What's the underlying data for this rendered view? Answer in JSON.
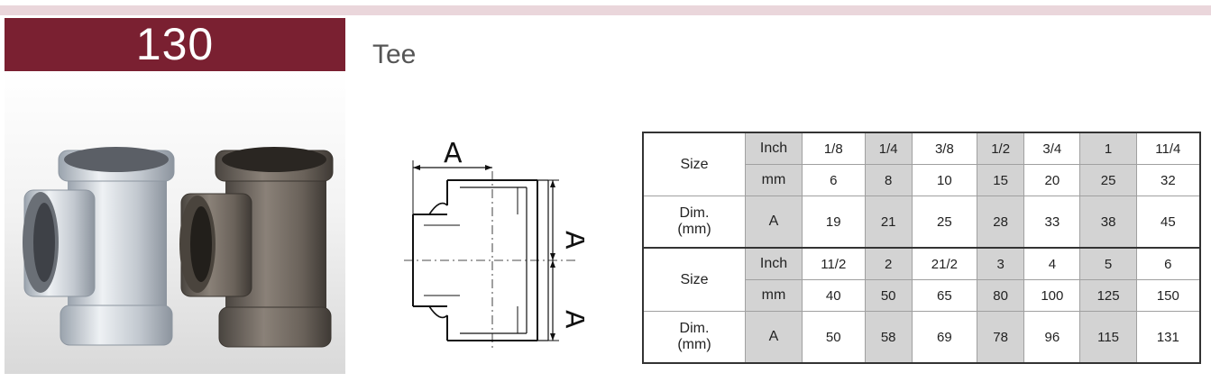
{
  "header": {
    "code": "130"
  },
  "product": {
    "title": "Tee"
  },
  "drawing": {
    "dimension_label": "A"
  },
  "table": {
    "blocks": [
      {
        "size_label": "Size",
        "inch_label": "Inch",
        "mm_label": "mm",
        "dim_label_1": "Dim.",
        "dim_label_2": "(mm)",
        "dim_unit": "A",
        "inch": [
          "1/8",
          "1/4",
          "3/8",
          "1/2",
          "3/4",
          "1",
          "11/4"
        ],
        "mm": [
          "6",
          "8",
          "10",
          "15",
          "20",
          "25",
          "32"
        ],
        "a": [
          "19",
          "21",
          "25",
          "28",
          "33",
          "38",
          "45"
        ]
      },
      {
        "size_label": "Size",
        "inch_label": "Inch",
        "mm_label": "mm",
        "dim_label_1": "Dim.",
        "dim_label_2": "(mm)",
        "dim_unit": "A",
        "inch": [
          "11/2",
          "2",
          "21/2",
          "3",
          "4",
          "5",
          "6"
        ],
        "mm": [
          "40",
          "50",
          "65",
          "80",
          "100",
          "125",
          "150"
        ],
        "a": [
          "50",
          "58",
          "69",
          "78",
          "96",
          "115",
          "131"
        ]
      }
    ]
  },
  "colors": {
    "banner": "#7a2031",
    "stripe": "#ead6db",
    "shade": "#d3d3d3"
  }
}
